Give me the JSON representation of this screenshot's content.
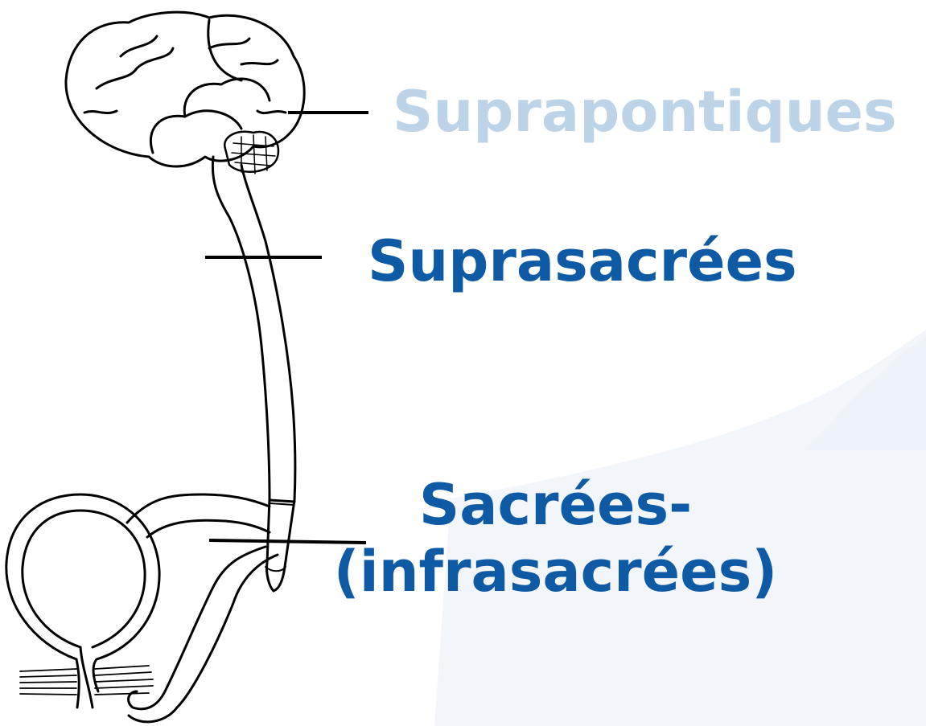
{
  "levels": {
    "suprapontine": "Suprapontiques",
    "suprasacral": "Suprasacrées",
    "sacral_line1": "Sacrées-",
    "sacral_line2": "(infrasacrées)"
  },
  "colors": {
    "suprapontine_text": "#bcd3e8",
    "primary_text": "#0f5aa4",
    "background_accent": "#f2f6fb",
    "line": "#000000"
  },
  "figure": {
    "depicts": [
      "brain",
      "brainstem",
      "spinal-cord",
      "bladder",
      "sphincter",
      "nerves"
    ]
  }
}
